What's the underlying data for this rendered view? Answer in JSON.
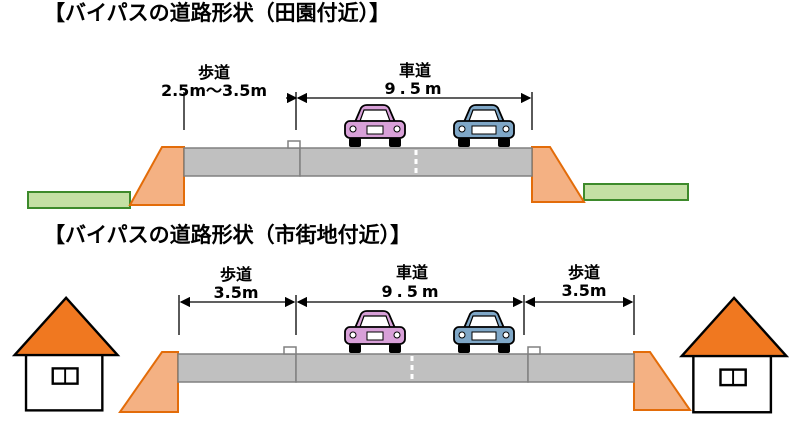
{
  "rural": {
    "title": "【バイパスの道路形状（田園付近）】",
    "sidewalk_label": "歩道",
    "sidewalk_width": "2.5m～3.5m",
    "roadway_label": "車道",
    "roadway_width": "9.5m"
  },
  "urban": {
    "title": "【バイパスの道路形状（市街地付近）】",
    "sidewalk_left_label": "歩道",
    "sidewalk_left_width": "3.5m",
    "roadway_label": "車道",
    "roadway_width": "9.5m",
    "sidewalk_right_label": "歩道",
    "sidewalk_right_width": "3.5m"
  },
  "colors": {
    "road": "#c0c0c0",
    "embankment": "#f4b183",
    "embankment_stroke": "#e36c09",
    "grass": "#c4e0a4",
    "grass_stroke": "#3d8a2b",
    "car_pink": "#d8a0d8",
    "car_blue": "#7fa7c7",
    "roof": "#f07820"
  }
}
